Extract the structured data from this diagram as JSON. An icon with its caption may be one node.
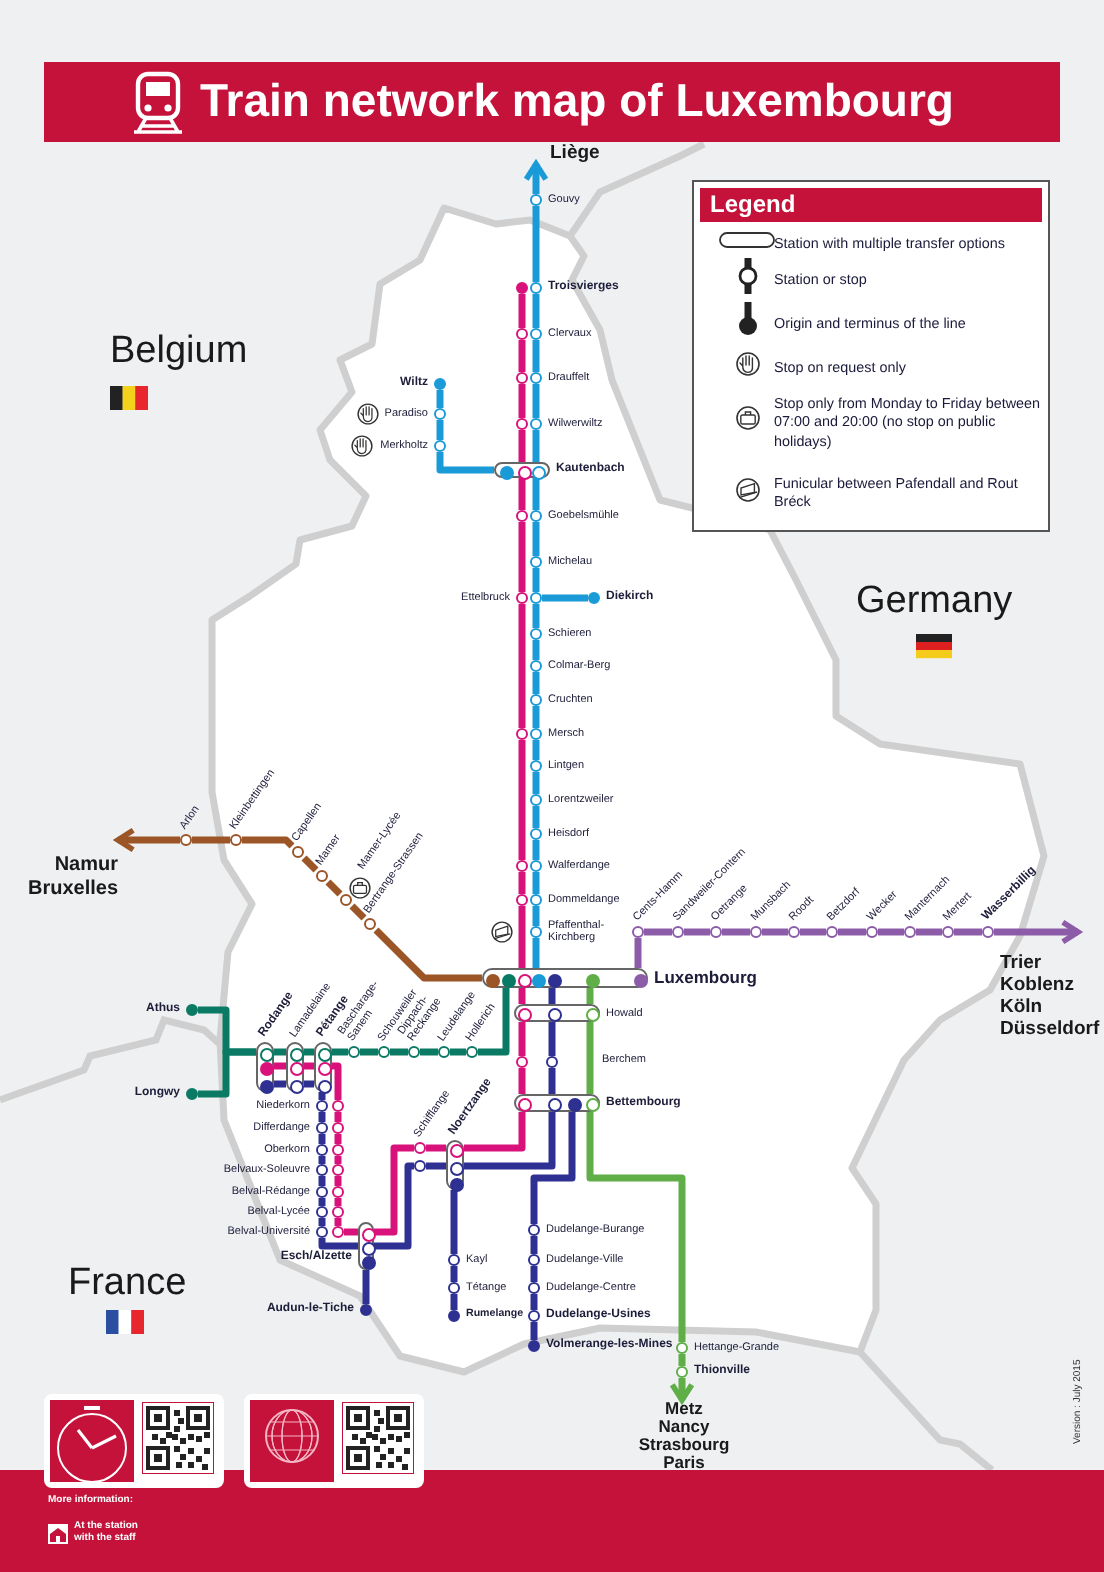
{
  "diagram": {
    "title": "Train network map of Luxembourg",
    "nodes": [
      {
        "text": [],
        "shape": "circle",
        "beside": [
          "Gouvy"
        ]
      },
      {
        "text": [],
        "shape": "dot"
      },
      {
        "text": [],
        "shape": "circle",
        "beside": [
          "Troisvierges"
        ]
      },
      {
        "text": [],
        "shape": "circle"
      },
      {
        "text": [],
        "shape": "circle",
        "beside": [
          "Clervaux"
        ]
      },
      {
        "text": [],
        "shape": "circle"
      },
      {
        "text": [],
        "shape": "circle",
        "beside": [
          "Drauffelt"
        ]
      },
      {
        "text": [],
        "shape": "dot",
        "beside": [
          "Wiltz"
        ]
      },
      {
        "text": [],
        "shape": "circle",
        "beside": [
          "Paradiso"
        ]
      },
      {
        "text": [],
        "shape": "circle"
      },
      {
        "text": [],
        "shape": "circle",
        "beside": [
          "Wilwerwiltz"
        ]
      },
      {
        "text": [],
        "shape": "circle",
        "beside": [
          "Merkholtz"
        ]
      },
      {
        "text": [],
        "shape": "box",
        "beside": [
          "Kautenbach"
        ]
      },
      {
        "text": [],
        "shape": "circle"
      },
      {
        "text": [],
        "shape": "circle",
        "beside": [
          "Goebelsmühle"
        ]
      },
      {
        "text": [],
        "shape": "circle",
        "beside": [
          "Michelau"
        ]
      },
      {
        "text": [],
        "shape": "circle",
        "beside": [
          "Ettelbruck"
        ]
      },
      {
        "text": [],
        "shape": "circle"
      },
      {
        "text": [],
        "shape": "dot",
        "beside": [
          "Diekirch"
        ]
      },
      {
        "text": [],
        "shape": "circle",
        "beside": [
          "Schieren"
        ]
      },
      {
        "text": [],
        "shape": "circle",
        "beside": [
          "Colmar-Berg"
        ]
      },
      {
        "text": [],
        "shape": "circle",
        "beside": [
          "Cruchten"
        ]
      },
      {
        "text": [],
        "shape": "circle"
      },
      {
        "text": [],
        "shape": "circle",
        "beside": [
          "Mersch"
        ]
      },
      {
        "text": [],
        "shape": "circle",
        "beside": [
          "Lintgen"
        ]
      },
      {
        "text": [],
        "shape": "circle",
        "beside": [
          "Lorentzweiler"
        ]
      },
      {
        "text": [],
        "shape": "circle",
        "beside": [
          "Arlon"
        ]
      },
      {
        "text": [],
        "shape": "circle",
        "beside": [
          "Kleinbettingen"
        ]
      },
      {
        "text": [],
        "shape": "circle",
        "beside": [
          "Heisdorf"
        ]
      },
      {
        "text": [],
        "shape": "circle",
        "beside": [
          "Capellen"
        ]
      },
      {
        "text": [],
        "shape": "circle"
      },
      {
        "text": [],
        "shape": "circle",
        "beside": [
          "Walferdange"
        ]
      },
      {
        "text": [],
        "shape": "circle",
        "beside": [
          "Mamer"
        ]
      },
      {
        "text": [],
        "shape": "circle"
      },
      {
        "text": [],
        "shape": "circle",
        "beside": [
          "Dommeldange"
        ]
      },
      {
        "text": [],
        "shape": "circle",
        "beside": [
          "Mamer-Lycée"
        ]
      },
      {
        "text": [],
        "shape": "circle",
        "beside": [
          "Bertrange-Strassen"
        ]
      },
      {
        "text": [],
        "shape": "circle",
        "beside": [
          "Pfaffenthal-Kirchberg"
        ]
      },
      {
        "text": [],
        "shape": "circle",
        "beside": [
          "Cents-Hamm"
        ]
      },
      {
        "text": [],
        "shape": "circle",
        "beside": [
          "Sandweiler-Contern"
        ]
      },
      {
        "text": [],
        "shape": "circle",
        "beside": [
          "Oetrange"
        ]
      },
      {
        "text": [],
        "shape": "circle",
        "beside": [
          "Munsbach"
        ]
      },
      {
        "text": [],
        "shape": "circle",
        "beside": [
          "Roodt"
        ]
      },
      {
        "text": [],
        "shape": "circle",
        "beside": [
          "Betzdorf"
        ]
      },
      {
        "text": [],
        "shape": "circle",
        "beside": [
          "Wecker"
        ]
      },
      {
        "text": [],
        "shape": "circle",
        "beside": [
          "Manternach"
        ]
      },
      {
        "text": [],
        "shape": "circle",
        "beside": [
          "Mertert"
        ]
      },
      {
        "text": [],
        "shape": "circle",
        "beside": [
          "Wasserbillig"
        ]
      },
      {
        "text": [],
        "shape": "box",
        "beside": [
          "Luxembourg"
        ]
      },
      {
        "text": [],
        "shape": "dot",
        "beside": [
          "Athus"
        ]
      },
      {
        "text": [],
        "shape": "box",
        "beside": [
          "Howald"
        ]
      },
      {
        "text": [],
        "shape": "box",
        "beside": [
          "Rodange"
        ]
      },
      {
        "text": [],
        "shape": "box",
        "beside": [
          "Lamadelaine"
        ]
      },
      {
        "text": [],
        "shape": "box",
        "beside": [
          "Pétange"
        ]
      },
      {
        "text": [],
        "shape": "circle",
        "beside": [
          "Bascharage-Sanem"
        ]
      },
      {
        "text": [],
        "shape": "circle",
        "beside": [
          "Schouweiler"
        ]
      },
      {
        "text": [],
        "shape": "circle",
        "beside": [
          "Dippach-Reckange"
        ]
      },
      {
        "text": [],
        "shape": "circle",
        "beside": [
          "Leudelange"
        ]
      },
      {
        "text": [],
        "shape": "circle",
        "beside": [
          "Hollerich"
        ]
      },
      {
        "text": [],
        "shape": "circle"
      },
      {
        "text": [],
        "shape": "circle"
      },
      {
        "text": [],
        "shape": "dot",
        "beside": [
          "Longwy"
        ]
      },
      {
        "text": [],
        "shape": "box",
        "beside": [
          "Bettembourg"
        ]
      },
      {
        "text": [],
        "shape": "circle",
        "beside": [
          "Niederkorn"
        ]
      },
      {
        "text": [],
        "shape": "circle"
      },
      {
        "text": [],
        "shape": "circle",
        "beside": [
          "Differdange"
        ]
      },
      {
        "text": [],
        "shape": "circle"
      },
      {
        "text": [],
        "shape": "circle",
        "beside": [
          "Oberkorn"
        ]
      },
      {
        "text": [],
        "shape": "circle"
      },
      {
        "text": [],
        "shape": "circle",
        "beside": [
          "Schifflange"
        ]
      },
      {
        "text": [],
        "shape": "circle"
      },
      {
        "text": [],
        "shape": "box",
        "beside": [
          "Noertzange"
        ]
      },
      {
        "text": [],
        "shape": "circle",
        "beside": [
          "Belvaux-Soleuvre"
        ]
      },
      {
        "text": [],
        "shape": "circle"
      },
      {
        "text": [],
        "shape": "circle",
        "beside": [
          "Belval-Rédange"
        ]
      },
      {
        "text": [],
        "shape": "circle"
      },
      {
        "text": [],
        "shape": "circle",
        "beside": [
          "Belval-Lycée"
        ]
      },
      {
        "text": [],
        "shape": "circle"
      },
      {
        "text": [],
        "shape": "circle",
        "beside": [
          "Belval-Université"
        ]
      },
      {
        "text": [],
        "shape": "circle"
      },
      {
        "text": [],
        "shape": "circle",
        "beside": [
          "Dudelange-Burange"
        ]
      },
      {
        "text": [],
        "shape": "box",
        "beside": [
          "Esch/Alzette"
        ]
      },
      {
        "text": [],
        "shape": "circle",
        "beside": [
          "Kayl"
        ]
      },
      {
        "text": [],
        "shape": "circle",
        "beside": [
          "Dudelange-Ville"
        ]
      },
      {
        "text": [],
        "shape": "circle",
        "beside": [
          "Tétange"
        ]
      },
      {
        "text": [],
        "shape": "circle",
        "beside": [
          "Dudelange-Centre"
        ]
      },
      {
        "text": [],
        "shape": "dot",
        "beside": [
          "Audun-le-Tiche"
        ]
      },
      {
        "text": [],
        "shape": "dot",
        "beside": [
          "Rumelange"
        ]
      },
      {
        "text": [],
        "shape": "circle",
        "beside": [
          "Dudelange-Usines"
        ]
      },
      {
        "text": [],
        "shape": "dot",
        "beside": [
          "Volmerange-les-Mines"
        ]
      },
      {
        "text": [],
        "shape": "circle",
        "beside": [
          "Hettange-Grande"
        ]
      },
      {
        "text": [],
        "shape": "circle",
        "beside": [
          "Thionville"
        ]
      },
      {
        "text": [
          "Liège"
        ]
      },
      {
        "text": [
          "Namur",
          "Bruxelles"
        ]
      },
      {
        "text": [
          "Metz",
          "Nancy",
          "Strasbourg",
          "Paris"
        ]
      }
    ],
    "edges": [
      {
        "from": 0,
        "to": 92,
        "arrow": "to",
        "color": "#1a9bd7"
      },
      {
        "from": 0,
        "to": 2,
        "arrow": "none",
        "color": "#1a9bd7"
      },
      {
        "from": 2,
        "to": 4,
        "arrow": "none",
        "color": "#1a9bd7"
      },
      {
        "from": 4,
        "to": 6,
        "arrow": "none",
        "color": "#1a9bd7"
      },
      {
        "from": 6,
        "to": 10,
        "arrow": "none",
        "color": "#1a9bd7"
      },
      {
        "from": 10,
        "to": 12,
        "arrow": "none",
        "color": "#1a9bd7"
      },
      {
        "from": 12,
        "to": 14,
        "arrow": "none",
        "color": "#1a9bd7"
      },
      {
        "from": 14,
        "to": 15,
        "arrow": "none",
        "color": "#1a9bd7"
      },
      {
        "from": 15,
        "to": 17,
        "arrow": "none",
        "color": "#1a9bd7"
      },
      {
        "from": 17,
        "to": 19,
        "arrow": "none",
        "color": "#1a9bd7"
      },
      {
        "from": 19,
        "to": 20,
        "arrow": "none",
        "color": "#1a9bd7"
      },
      {
        "from": 20,
        "to": 21,
        "arrow": "none",
        "color": "#1a9bd7"
      },
      {
        "from": 21,
        "to": 23,
        "arrow": "none",
        "color": "#1a9bd7"
      },
      {
        "from": 23,
        "to": 24,
        "arrow": "none",
        "color": "#1a9bd7"
      },
      {
        "from": 24,
        "to": 25,
        "arrow": "none",
        "color": "#1a9bd7"
      },
      {
        "from": 25,
        "to": 28,
        "arrow": "none",
        "color": "#1a9bd7"
      },
      {
        "from": 28,
        "to": 31,
        "arrow": "none",
        "color": "#1a9bd7"
      },
      {
        "from": 31,
        "to": 34,
        "arrow": "none",
        "color": "#1a9bd7"
      },
      {
        "from": 34,
        "to": 37,
        "arrow": "none",
        "color": "#1a9bd7"
      },
      {
        "from": 37,
        "to": 48,
        "arrow": "none",
        "color": "#1a9bd7"
      },
      {
        "from": 7,
        "to": 8,
        "arrow": "none",
        "color": "#1a9bd7"
      },
      {
        "from": 8,
        "to": 11,
        "arrow": "none",
        "color": "#1a9bd7"
      },
      {
        "from": 11,
        "to": 12,
        "arrow": "none",
        "color": "#1a9bd7"
      },
      {
        "from": 17,
        "to": 18,
        "arrow": "none",
        "color": "#1a9bd7"
      },
      {
        "from": 1,
        "to": 3,
        "arrow": "none",
        "color": "#d9127b"
      },
      {
        "from": 3,
        "to": 5,
        "arrow": "none",
        "color": "#d9127b"
      },
      {
        "from": 5,
        "to": 9,
        "arrow": "none",
        "color": "#d9127b"
      },
      {
        "from": 9,
        "to": 12,
        "arrow": "none",
        "color": "#d9127b"
      },
      {
        "from": 12,
        "to": 13,
        "arrow": "none",
        "color": "#d9127b"
      },
      {
        "from": 13,
        "to": 16,
        "arrow": "none",
        "color": "#d9127b"
      },
      {
        "from": 16,
        "to": 22,
        "arrow": "none",
        "color": "#d9127b"
      },
      {
        "from": 22,
        "to": 30,
        "arrow": "none",
        "color": "#d9127b"
      },
      {
        "from": 30,
        "to": 33,
        "arrow": "none",
        "color": "#d9127b"
      },
      {
        "from": 33,
        "to": 48,
        "arrow": "none",
        "color": "#d9127b"
      },
      {
        "from": 48,
        "to": 36,
        "arrow": "none",
        "color": "#9b5526"
      },
      {
        "from": 36,
        "to": 35,
        "arrow": "none",
        "color": "#9b5526"
      },
      {
        "from": 35,
        "to": 32,
        "arrow": "none",
        "color": "#9b5526"
      },
      {
        "from": 32,
        "to": 29,
        "arrow": "none",
        "color": "#9b5526"
      },
      {
        "from": 29,
        "to": 27,
        "arrow": "none",
        "color": "#9b5526"
      },
      {
        "from": 27,
        "to": 26,
        "arrow": "none",
        "color": "#9b5526"
      },
      {
        "from": 26,
        "to": 93,
        "arrow": "to",
        "color": "#9b5526"
      },
      {
        "from": 48,
        "to": 38,
        "arrow": "none",
        "color": "#8c5ca8"
      },
      {
        "from": 38,
        "to": 39,
        "arrow": "none",
        "color": "#8c5ca8"
      },
      {
        "from": 39,
        "to": 40,
        "arrow": "none",
        "color": "#8c5ca8"
      },
      {
        "from": 40,
        "to": 41,
        "arrow": "none",
        "color": "#8c5ca8"
      },
      {
        "from": 41,
        "to": 42,
        "arrow": "none",
        "color": "#8c5ca8"
      },
      {
        "from": 42,
        "to": 43,
        "arrow": "none",
        "color": "#8c5ca8"
      },
      {
        "from": 43,
        "to": 44,
        "arrow": "none",
        "color": "#8c5ca8"
      },
      {
        "from": 44,
        "to": 45,
        "arrow": "none",
        "color": "#8c5ca8"
      },
      {
        "from": 45,
        "to": 46,
        "arrow": "none",
        "color": "#8c5ca8"
      },
      {
        "from": 46,
        "to": 47,
        "arrow": "none",
        "color": "#8c5ca8"
      },
      {
        "from": 47,
        "to": null,
        "arrow": "to",
        "color": "#8c5ca8"
      },
      {
        "from": 48,
        "to": 58,
        "arrow": "none",
        "color": "#0a7a64"
      },
      {
        "from": 58,
        "to": 57,
        "arrow": "none",
        "color": "#0a7a64"
      },
      {
        "from": 57,
        "to": 56,
        "arrow": "none",
        "color": "#0a7a64"
      },
      {
        "from": 56,
        "to": 55,
        "arrow": "none",
        "color": "#0a7a64"
      },
      {
        "from": 55,
        "to": 54,
        "arrow": "none",
        "color": "#0a7a64"
      },
      {
        "from": 54,
        "to": 53,
        "arrow": "none",
        "color": "#0a7a64"
      },
      {
        "from": 53,
        "to": 52,
        "arrow": "none",
        "color": "#0a7a64"
      },
      {
        "from": 52,
        "to": 51,
        "arrow": "none",
        "color": "#0a7a64"
      },
      {
        "from": 51,
        "to": 49,
        "arrow": "none",
        "color": "#0a7a64"
      },
      {
        "from": 51,
        "to": 61,
        "arrow": "none",
        "color": "#0a7a64"
      },
      {
        "from": 48,
        "to": 50,
        "arrow": "none",
        "color": "#d9127b"
      },
      {
        "from": 50,
        "to": 59,
        "arrow": "none",
        "color": "#d9127b"
      },
      {
        "from": 59,
        "to": 62,
        "arrow": "none",
        "color": "#d9127b"
      },
      {
        "from": 62,
        "to": 71,
        "arrow": "none",
        "color": "#d9127b"
      },
      {
        "from": 71,
        "to": 69,
        "arrow": "none",
        "color": "#d9127b"
      },
      {
        "from": 69,
        "to": 81,
        "arrow": "none",
        "color": "#d9127b"
      },
      {
        "from": 81,
        "to": 79,
        "arrow": "none",
        "color": "#d9127b"
      },
      {
        "from": 79,
        "to": 77,
        "arrow": "none",
        "color": "#d9127b"
      },
      {
        "from": 77,
        "to": 75,
        "arrow": "none",
        "color": "#d9127b"
      },
      {
        "from": 75,
        "to": 73,
        "arrow": "none",
        "color": "#d9127b"
      },
      {
        "from": 73,
        "to": 68,
        "arrow": "none",
        "color": "#d9127b"
      },
      {
        "from": 68,
        "to": 66,
        "arrow": "none",
        "color": "#d9127b"
      },
      {
        "from": 66,
        "to": 64,
        "arrow": "none",
        "color": "#d9127b"
      },
      {
        "from": 64,
        "to": 53,
        "arrow": "none",
        "color": "#d9127b"
      },
      {
        "from": 53,
        "to": 52,
        "arrow": "none",
        "color": "#d9127b"
      },
      {
        "from": 52,
        "to": 51,
        "arrow": "none",
        "color": "#d9127b"
      },
      {
        "from": 48,
        "to": 50,
        "arrow": "none",
        "color": "#2e3192"
      },
      {
        "from": 50,
        "to": 60,
        "arrow": "none",
        "color": "#2e3192"
      },
      {
        "from": 60,
        "to": 62,
        "arrow": "none",
        "color": "#2e3192"
      },
      {
        "from": 62,
        "to": 71,
        "arrow": "none",
        "color": "#2e3192"
      },
      {
        "from": 71,
        "to": 70,
        "arrow": "none",
        "color": "#2e3192"
      },
      {
        "from": 70,
        "to": 81,
        "arrow": "none",
        "color": "#2e3192"
      },
      {
        "from": 81,
        "to": 78,
        "arrow": "none",
        "color": "#2e3192"
      },
      {
        "from": 78,
        "to": 76,
        "arrow": "none",
        "color": "#2e3192"
      },
      {
        "from": 76,
        "to": 74,
        "arrow": "none",
        "color": "#2e3192"
      },
      {
        "from": 74,
        "to": 72,
        "arrow": "none",
        "color": "#2e3192"
      },
      {
        "from": 72,
        "to": 67,
        "arrow": "none",
        "color": "#2e3192"
      },
      {
        "from": 67,
        "to": 65,
        "arrow": "none",
        "color": "#2e3192"
      },
      {
        "from": 65,
        "to": 63,
        "arrow": "none",
        "color": "#2e3192"
      },
      {
        "from": 63,
        "to": 53,
        "arrow": "none",
        "color": "#2e3192"
      },
      {
        "from": 53,
        "to": 52,
        "arrow": "none",
        "color": "#2e3192"
      },
      {
        "from": 52,
        "to": 51,
        "arrow": "none",
        "color": "#2e3192"
      },
      {
        "from": 71,
        "to": 82,
        "arrow": "none",
        "color": "#2e3192"
      },
      {
        "from": 82,
        "to": 84,
        "arrow": "none",
        "color": "#2e3192"
      },
      {
        "from": 84,
        "to": 87,
        "arrow": "none",
        "color": "#2e3192"
      },
      {
        "from": 81,
        "to": 86,
        "arrow": "none",
        "color": "#2e3192"
      },
      {
        "from": 62,
        "to": 80,
        "arrow": "none",
        "color": "#2e3192"
      },
      {
        "from": 80,
        "to": 83,
        "arrow": "none",
        "color": "#2e3192"
      },
      {
        "from": 83,
        "to": 85,
        "arrow": "none",
        "color": "#2e3192"
      },
      {
        "from": 85,
        "to": 88,
        "arrow": "none",
        "color": "#2e3192"
      },
      {
        "from": 88,
        "to": 89,
        "arrow": "none",
        "color": "#2e3192"
      },
      {
        "from": 48,
        "to": 50,
        "arrow": "none",
        "color": "#5fae47"
      },
      {
        "from": 50,
        "to": 62,
        "arrow": "none",
        "color": "#5fae47"
      },
      {
        "from": 62,
        "to": 90,
        "arrow": "none",
        "color": "#5fae47"
      },
      {
        "from": 90,
        "to": 91,
        "arrow": "none",
        "color": "#5fae47"
      },
      {
        "from": 91,
        "to": 94,
        "arrow": "to",
        "color": "#5fae47"
      }
    ],
    "labels": [
      "Legend",
      "Belgium",
      "Germany",
      "Trier",
      "Koblenz",
      "Köln",
      "Düsseldorf",
      "France",
      "Version : July 2015",
      "More information:",
      "At the station with the staff",
      "Berchem"
    ],
    "legend": [
      {
        "text": "Station with multiple transfer options"
      },
      {
        "text": "Station or stop"
      },
      {
        "text": "Origin and terminus of the line"
      },
      {
        "text": "Stop on request only"
      },
      {
        "text": "Stop only from Monday to Friday between 07:00 and 20:00 (no stop on public holidays)"
      },
      {
        "text": "Funicular between Pafendall and Rout Bréck"
      }
    ]
  }
}
